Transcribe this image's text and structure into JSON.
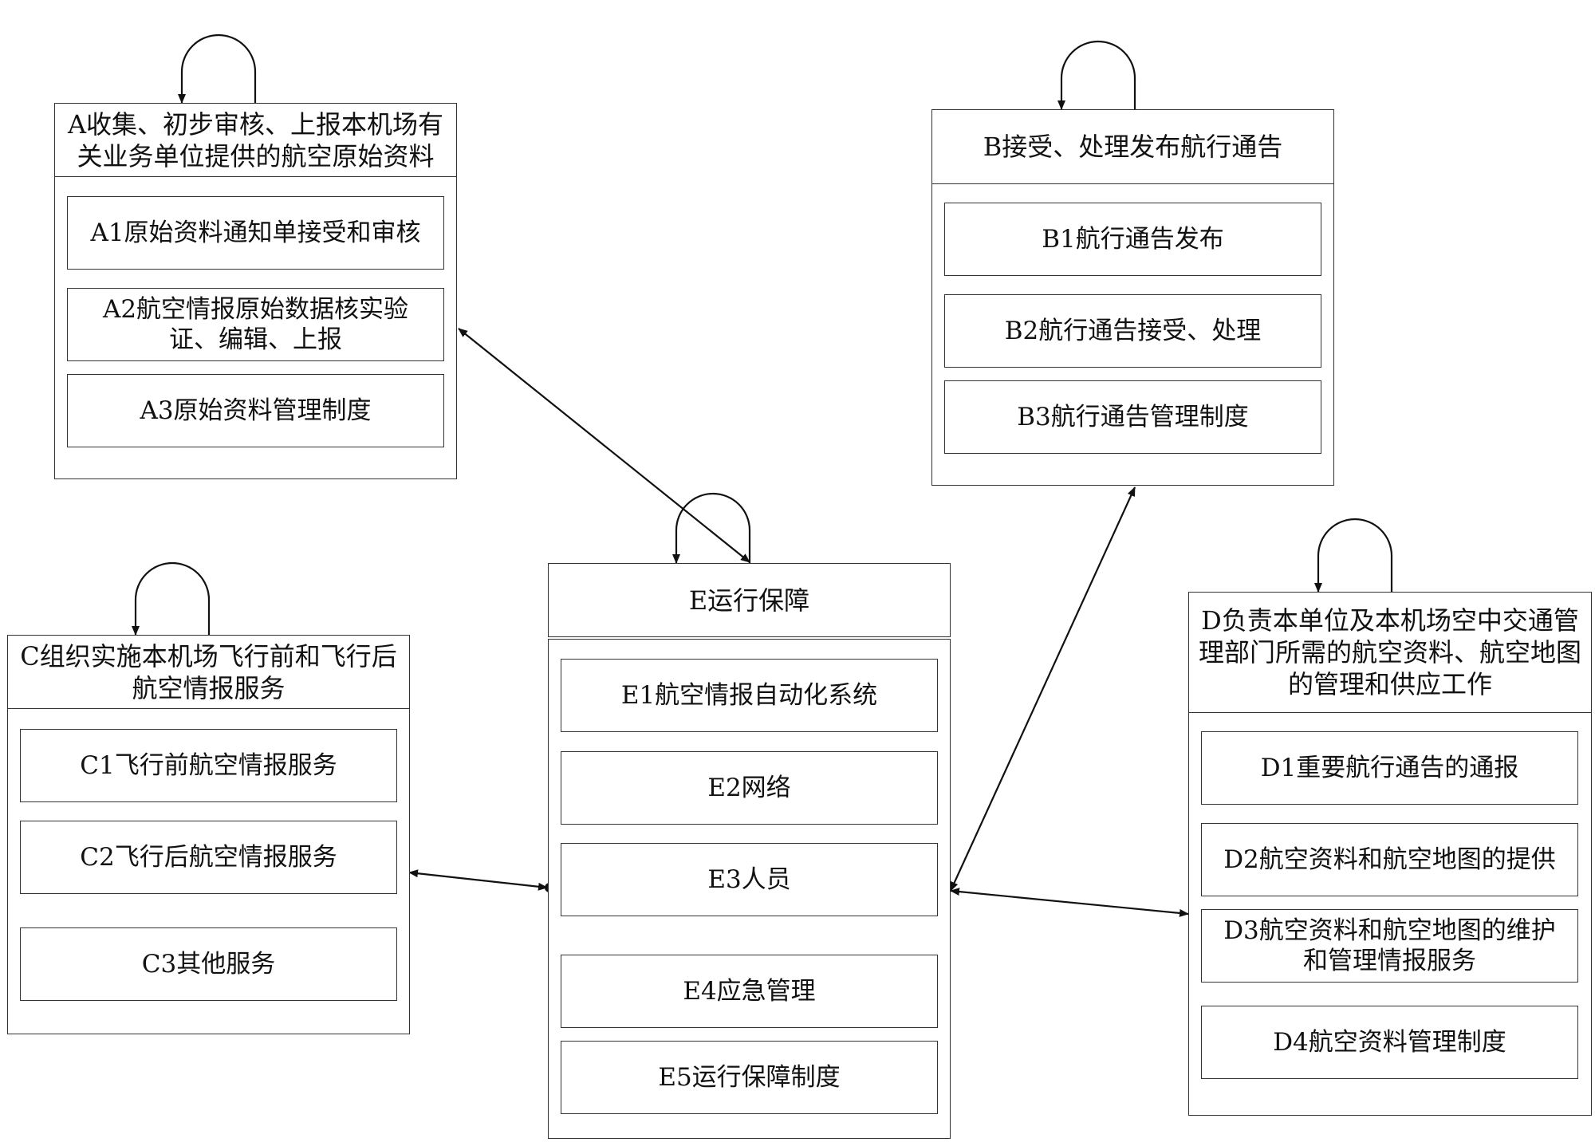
{
  "modules": {
    "A": {
      "title": "A收集、初步审核、上报本机场有关业务单位提供的航空原始资料",
      "items": [
        "A1原始资料通知单接受和审核",
        "A2航空情报原始数据核实验证、编辑、上报",
        "A3原始资料管理制度"
      ]
    },
    "B": {
      "title": "B接受、处理发布航行通告",
      "items": [
        "B1航行通告发布",
        "B2航行通告接受、处理",
        "B3航行通告管理制度"
      ]
    },
    "C": {
      "title": "C组织实施本机场飞行前和飞行后航空情报服务",
      "items": [
        "C1飞行前航空情报服务",
        "C2飞行后航空情报服务",
        "C3其他服务"
      ]
    },
    "D": {
      "title": "D负责本单位及本机场空中交通管理部门所需的航空资料、航空地图的管理和供应工作",
      "items": [
        "D1重要航行通告的通报",
        "D2航空资料和航空地图的提供",
        "D3航空资料和航空地图的维护和管理情报服务",
        "D4航空资料管理制度"
      ]
    },
    "E": {
      "title": "E运行保障",
      "items": [
        "E1航空情报自动化系统",
        "E2网络",
        "E3人员",
        "E4应急管理",
        "E5运行保障制度"
      ]
    }
  },
  "colors": {
    "line": "#111111",
    "border": "#333333"
  }
}
